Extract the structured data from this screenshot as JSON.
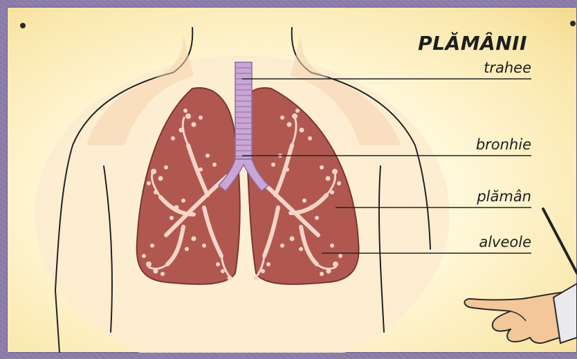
{
  "diagram": {
    "title": "PLĂMÂNII",
    "labels": [
      {
        "id": "trahee",
        "text": "trahee"
      },
      {
        "id": "bronhie",
        "text": "bronhie"
      },
      {
        "id": "plaman",
        "text": "plămân"
      },
      {
        "id": "alveole",
        "text": "alveole"
      }
    ],
    "colors": {
      "lung": "#b0584f",
      "lung_edge": "#7a3530",
      "trachea": "#c9a6d6",
      "skin": "#f7d9b5",
      "board": "#fff5d2",
      "frame": "#8a7aa8"
    }
  }
}
